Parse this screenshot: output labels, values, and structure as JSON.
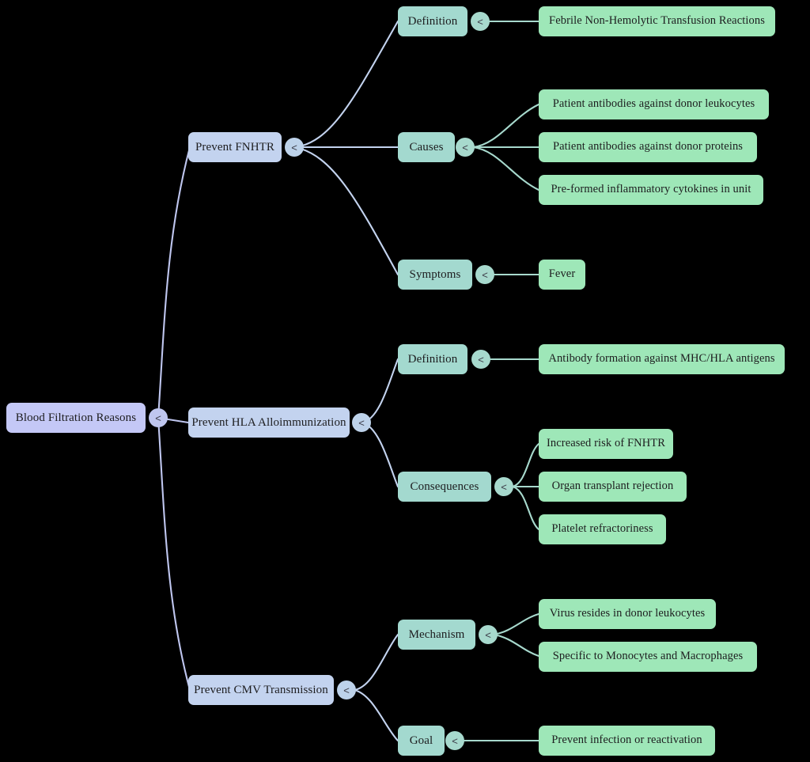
{
  "diagram": {
    "type": "mind-map",
    "title": "Blood Filtration Reasons",
    "background_color": "#000000",
    "colors": {
      "root_fill": "#c4c8f6",
      "branch_fill": "#c3d3ef",
      "mid_fill": "#a3d9cf",
      "leaf_fill": "#9ee7b8",
      "edge_lavender": "#bfc6ef",
      "edge_teal": "#a7d9cd",
      "text": "#1d1d1f"
    },
    "collapse_glyph": "<"
  },
  "nodes": {
    "root": {
      "label": "Blood Filtration Reasons"
    },
    "branch_fnhtr": {
      "label": "Prevent FNHTR"
    },
    "branch_hla": {
      "label": "Prevent HLA Alloimmunization"
    },
    "branch_cmv": {
      "label": "Prevent CMV Transmission"
    },
    "fnhtr_definition": {
      "label": "Definition"
    },
    "fnhtr_causes": {
      "label": "Causes"
    },
    "fnhtr_symptoms": {
      "label": "Symptoms"
    },
    "fnhtr_definition_leaf": {
      "label": "Febrile Non-Hemolytic Transfusion Reactions"
    },
    "fnhtr_cause_1": {
      "label": "Patient antibodies against donor leukocytes"
    },
    "fnhtr_cause_2": {
      "label": "Patient antibodies against donor proteins"
    },
    "fnhtr_cause_3": {
      "label": "Pre-formed inflammatory cytokines in unit"
    },
    "fnhtr_symptom_1": {
      "label": "Fever"
    },
    "hla_definition": {
      "label": "Definition"
    },
    "hla_consequences": {
      "label": "Consequences"
    },
    "hla_definition_leaf": {
      "label": "Antibody formation against MHC/HLA antigens"
    },
    "hla_consequence_1": {
      "label": "Increased risk of FNHTR"
    },
    "hla_consequence_2": {
      "label": "Organ transplant rejection"
    },
    "hla_consequence_3": {
      "label": "Platelet refractoriness"
    },
    "cmv_mechanism": {
      "label": "Mechanism"
    },
    "cmv_goal": {
      "label": "Goal"
    },
    "cmv_mechanism_1": {
      "label": "Virus resides in donor leukocytes"
    },
    "cmv_mechanism_2": {
      "label": "Specific to Monocytes and Macrophages"
    },
    "cmv_goal_1": {
      "label": "Prevent infection or reactivation"
    }
  },
  "badges": {
    "root": {
      "glyph": "<"
    },
    "fnhtr": {
      "glyph": "<"
    },
    "causes": {
      "glyph": "<"
    },
    "fnhtr_definition": {
      "glyph": "<"
    },
    "symptoms": {
      "glyph": "<"
    },
    "hla": {
      "glyph": "<"
    },
    "hla_definition": {
      "glyph": "<"
    },
    "consequences": {
      "glyph": "<"
    },
    "cmv": {
      "glyph": "<"
    },
    "mechanism": {
      "glyph": "<"
    },
    "goal": {
      "glyph": "<"
    }
  }
}
